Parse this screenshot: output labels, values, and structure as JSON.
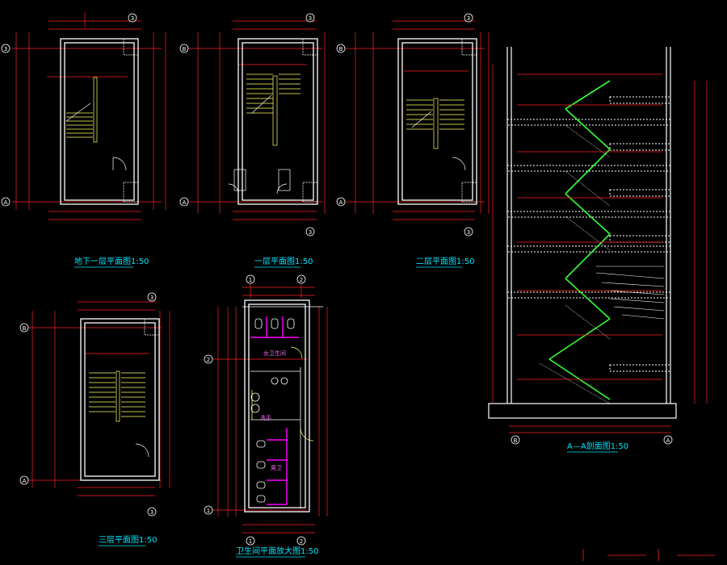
{
  "titles": {
    "basement": "地下一层平面图",
    "floor1": "一层平面图",
    "floor2": "二层平面图",
    "floor3": "三层平面图",
    "toilet": "卫生间平面放大图",
    "section": "A—A剖面图"
  },
  "scale_suffix": {
    "basement": "1:50",
    "floor1": "1:50",
    "floor2": "1:50",
    "floor3": "1:50",
    "toilet": "1:50",
    "section": "1:50"
  },
  "axis_labels": {
    "a": "A",
    "b": "B",
    "axis1": "1",
    "axis2": "2",
    "axis3": "3"
  },
  "rooms": {
    "female": "女卫生间",
    "male": "男卫",
    "wash": "洗手"
  },
  "colors": {
    "background": "#000000",
    "wall": "#ffffff",
    "dim": "#ff2020",
    "stair": "#ffff66",
    "section_stair": "#33ff33",
    "fixture": "#ff00ff",
    "title": "#00e5ff"
  }
}
